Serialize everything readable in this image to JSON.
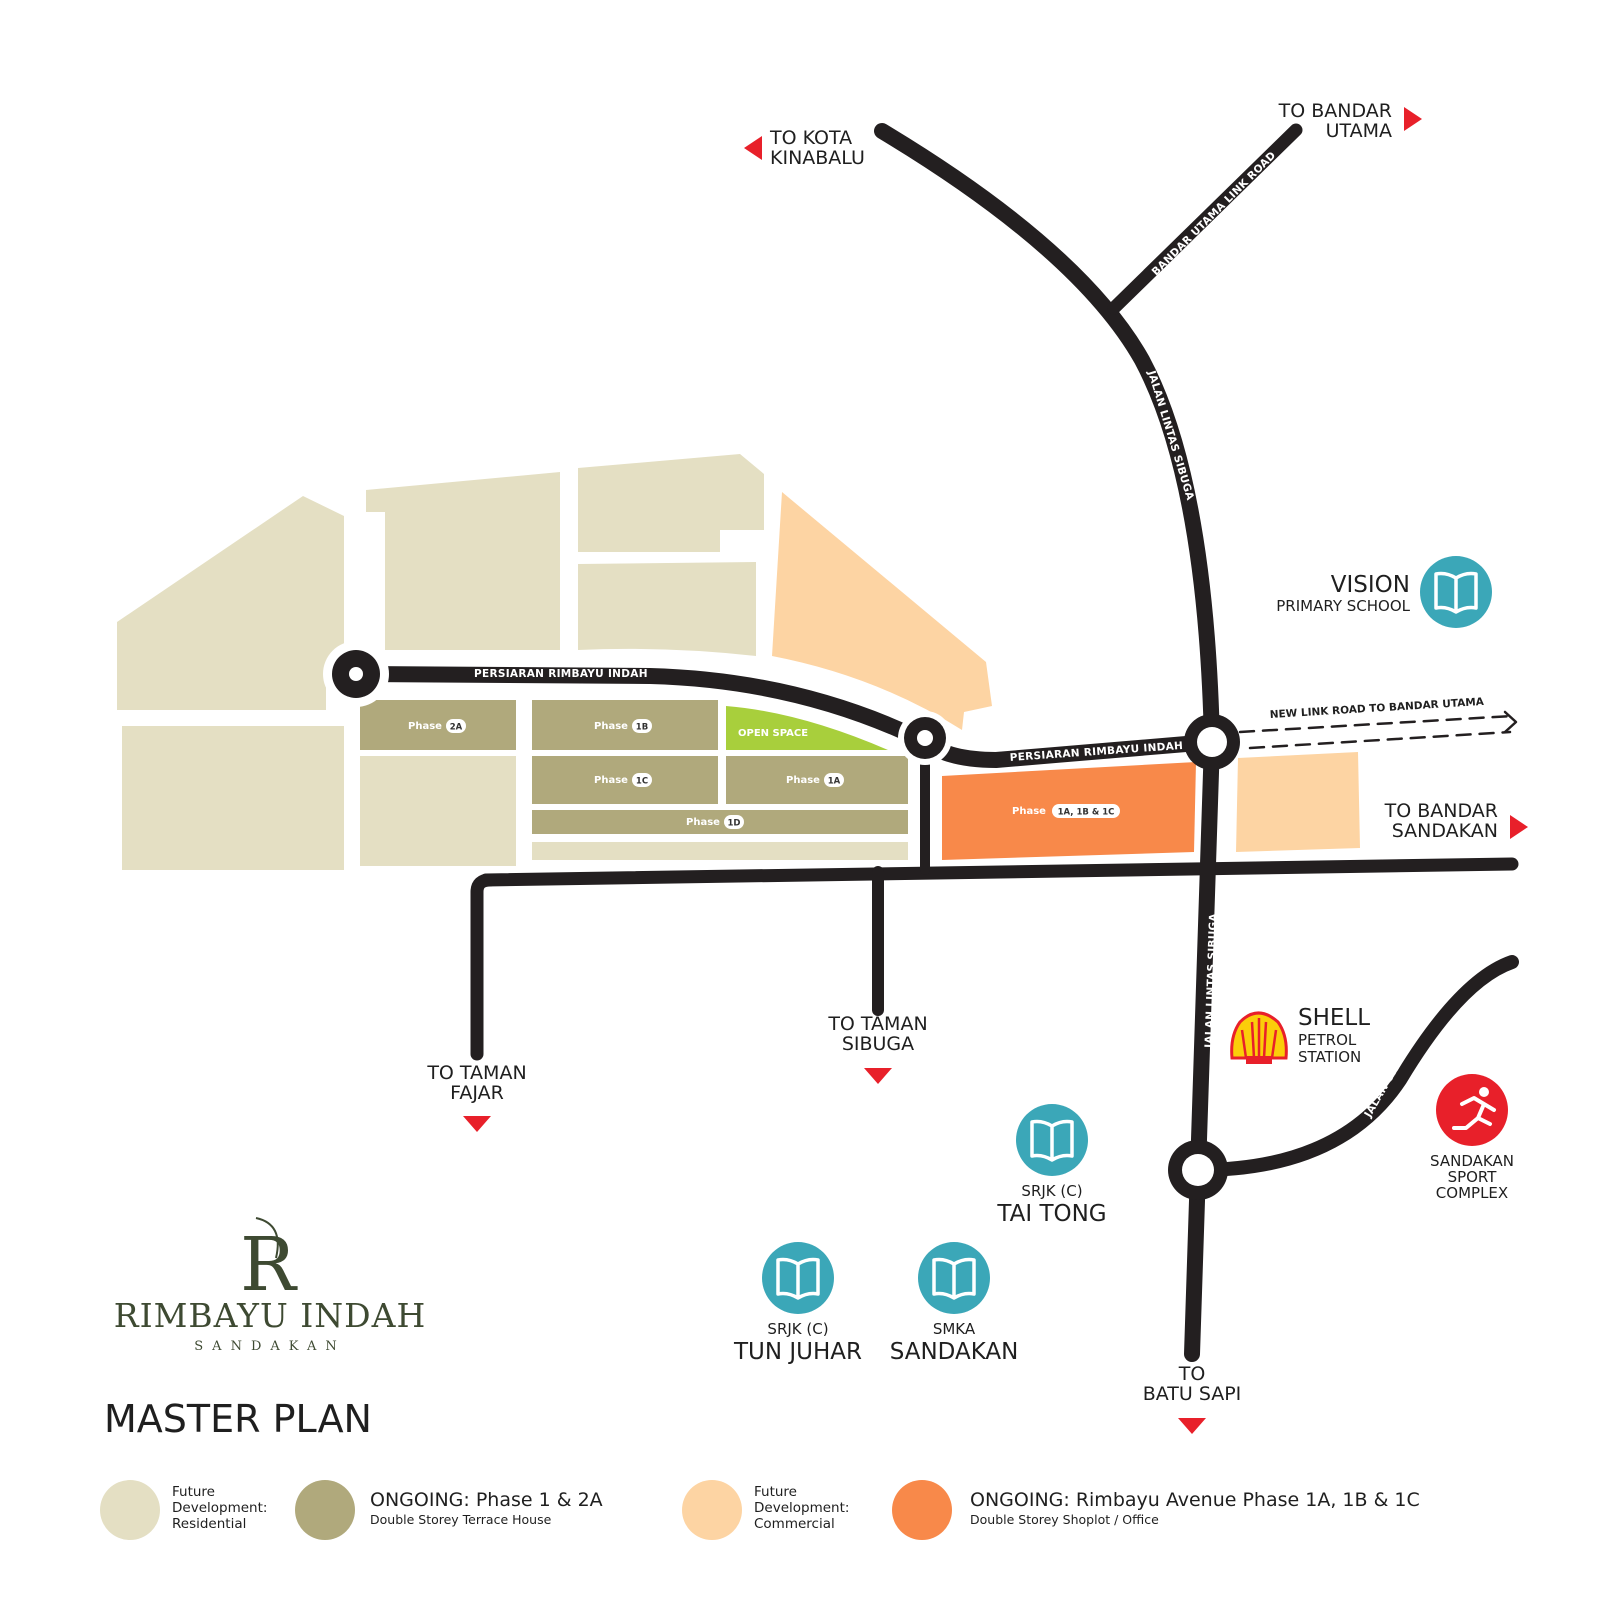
{
  "brand": {
    "name": "RIMBAYU INDAH",
    "location": "SANDAKAN",
    "monogram": "R"
  },
  "title": "MASTER PLAN",
  "colors": {
    "future_residential": "#e4dfc3",
    "ongoing_residential": "#b0a97c",
    "future_commercial": "#fdd4a3",
    "ongoing_commercial": "#f8894a",
    "open_space": "#a8cf3c",
    "road": "#231f20",
    "school": "#3ba7b8",
    "sport": "#e8202a",
    "arrow": "#e8202a"
  },
  "plots": {
    "phase_2a": "Phase",
    "phase_2a_tag": "2A",
    "phase_1b": "Phase",
    "phase_1b_tag": "1B",
    "phase_1c": "Phase",
    "phase_1c_tag": "1C",
    "phase_1a": "Phase",
    "phase_1a_tag": "1A",
    "phase_1d": "Phase",
    "phase_1d_tag": "1D",
    "open_space": "OPEN SPACE",
    "commercial": "Phase",
    "commercial_tag": "1A, 1B & 1C"
  },
  "roads": {
    "persiaran_west": "PERSIARAN RIMBAYU INDAH",
    "persiaran_east": "PERSIARAN RIMBAYU INDAH",
    "lintas_north": "JALAN LINTAS SIBUGA",
    "lintas_south": "JALAN LINTAS SIBUGA",
    "bandar_utama_link": "BANDAR UTAMA LINK ROAD",
    "jalan_sibuga": "JALAN SIBUGA",
    "new_link": "NEW LINK ROAD TO BANDAR UTAMA"
  },
  "directions": {
    "kota_kinabalu_1": "TO KOTA",
    "kota_kinabalu_2": "KINABALU",
    "bandar_utama_1": "TO BANDAR",
    "bandar_utama_2": "UTAMA",
    "bandar_sandakan_1": "TO BANDAR",
    "bandar_sandakan_2": "SANDAKAN",
    "taman_fajar_1": "TO TAMAN",
    "taman_fajar_2": "FAJAR",
    "taman_sibuga_1": "TO TAMAN",
    "taman_sibuga_2": "SIBUGA",
    "batu_sapi_1": "TO",
    "batu_sapi_2": "BATU SAPI"
  },
  "poi": {
    "vision_1": "VISION",
    "vision_2": "PRIMARY SCHOOL",
    "shell_1": "SHELL",
    "shell_2": "PETROL",
    "shell_3": "STATION",
    "sport_1": "SANDAKAN",
    "sport_2": "SPORT",
    "sport_3": "COMPLEX",
    "tai_tong_1": "SRJK (C)",
    "tai_tong_2": "TAI TONG",
    "tun_juhar_1": "SRJK (C)",
    "tun_juhar_2": "TUN JUHAR",
    "smka_1": "SMKA",
    "smka_2": "SANDAKAN"
  },
  "legend": [
    {
      "lines": [
        "Future",
        "Development:",
        "Residential"
      ]
    },
    {
      "title": "ONGOING: Phase 1 & 2A",
      "sub": "Double Storey Terrace House"
    },
    {
      "lines": [
        "Future",
        "Development:",
        "Commercial"
      ]
    },
    {
      "title": "ONGOING: Rimbayu Avenue Phase 1A, 1B & 1C",
      "sub": "Double Storey Shoplot / Office"
    }
  ]
}
